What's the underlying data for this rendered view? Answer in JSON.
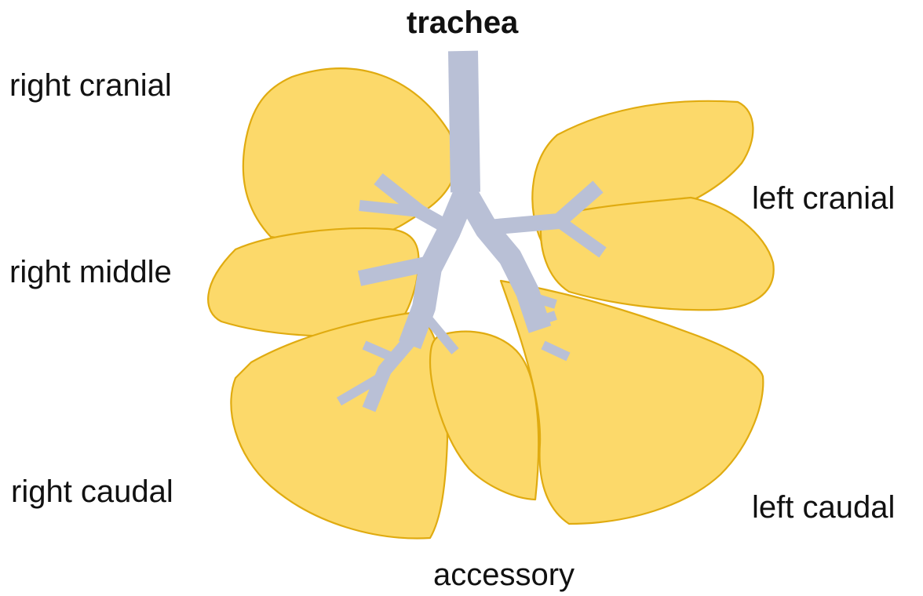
{
  "colors": {
    "background": "#ffffff",
    "lobe_fill": "#fcd96a",
    "lobe_outline": "#e0ab10",
    "airway": "#b9c0d6",
    "text": "#111111"
  },
  "labels": {
    "trachea": "trachea",
    "right_cranial": "right cranial",
    "right_middle": "right middle",
    "right_caudal": "right caudal",
    "left_cranial": "left cranial",
    "left_caudal": "left caudal",
    "accessory": "accessory"
  }
}
